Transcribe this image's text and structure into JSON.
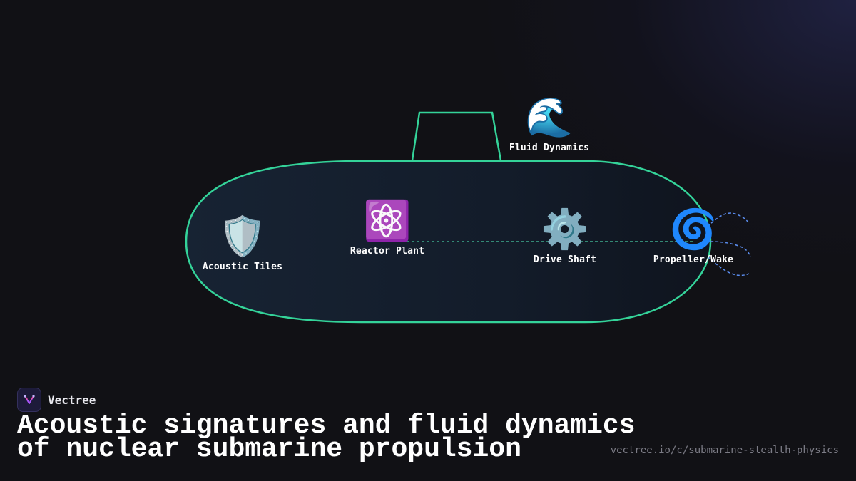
{
  "diagram": {
    "nodes": [
      {
        "id": "fluid",
        "icon": "wave-icon",
        "emoji": "🌊",
        "label": "Fluid Dynamics"
      },
      {
        "id": "tiles",
        "icon": "shield-icon",
        "emoji": "🛡️",
        "label": "Acoustic Tiles"
      },
      {
        "id": "reactor",
        "icon": "atom-icon",
        "emoji": "⚛️",
        "label": "Reactor Plant"
      },
      {
        "id": "shaft",
        "icon": "gear-icon",
        "emoji": "⚙️",
        "label": "Drive Shaft"
      },
      {
        "id": "propeller",
        "icon": "cyclone-icon",
        "emoji": "🌀",
        "label": "Propeller/Wake"
      }
    ],
    "colors": {
      "hull": "#34d399",
      "link": "#3fae8f",
      "wake": "#5b8def"
    }
  },
  "brand": {
    "name": "Vectree",
    "logo_icon": "vectree-logo-icon"
  },
  "title": {
    "line1": "Acoustic signatures and fluid dynamics",
    "line2": "of nuclear submarine propulsion"
  },
  "url": "vectree.io/c/submarine-stealth-physics"
}
